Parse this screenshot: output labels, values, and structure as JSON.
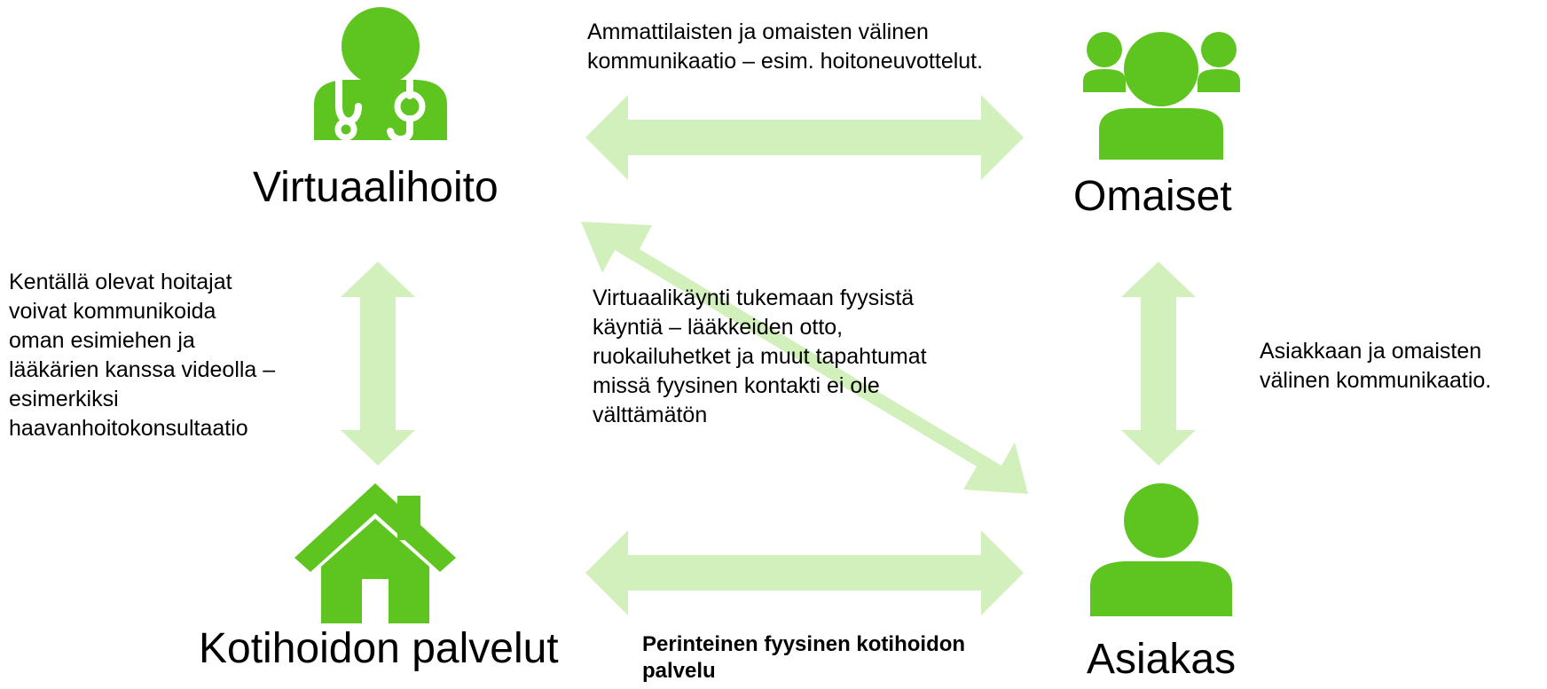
{
  "colors": {
    "icon_green": "#5ec520",
    "arrow_green": "#d2f0bc"
  },
  "nodes": {
    "virtual": {
      "label": "Virtuaalihoito",
      "icon": "doctor-stethoscope-icon"
    },
    "relatives": {
      "label": "Omaiset",
      "icon": "people-group-icon"
    },
    "homecare": {
      "label": "Kotihoidon palvelut",
      "icon": "house-icon"
    },
    "client": {
      "label": "Asiakas",
      "icon": "person-icon"
    }
  },
  "notes": {
    "top": [
      "Ammattilaisten ja omaisten välinen",
      "kommunikaatio – esim. hoitoneuvottelut."
    ],
    "left": [
      "Kentällä olevat hoitajat",
      "voivat kommunikoida",
      "oman esimiehen ja",
      "lääkärien kanssa videolla –",
      "esimerkiksi",
      "haavanhoitokonsultaatio"
    ],
    "center": [
      "Virtuaalikäynti tukemaan fyysistä",
      "käyntiä – lääkkeiden otto,",
      "ruokailuhetket ja muut tapahtumat",
      "missä fyysinen kontakti ei ole",
      "välttämätön"
    ],
    "right": [
      "Asiakkaan ja omaisten",
      "välinen kommunikaatio."
    ],
    "bottom": [
      "Perinteinen fyysinen kotihoidon",
      "palvelu"
    ]
  }
}
